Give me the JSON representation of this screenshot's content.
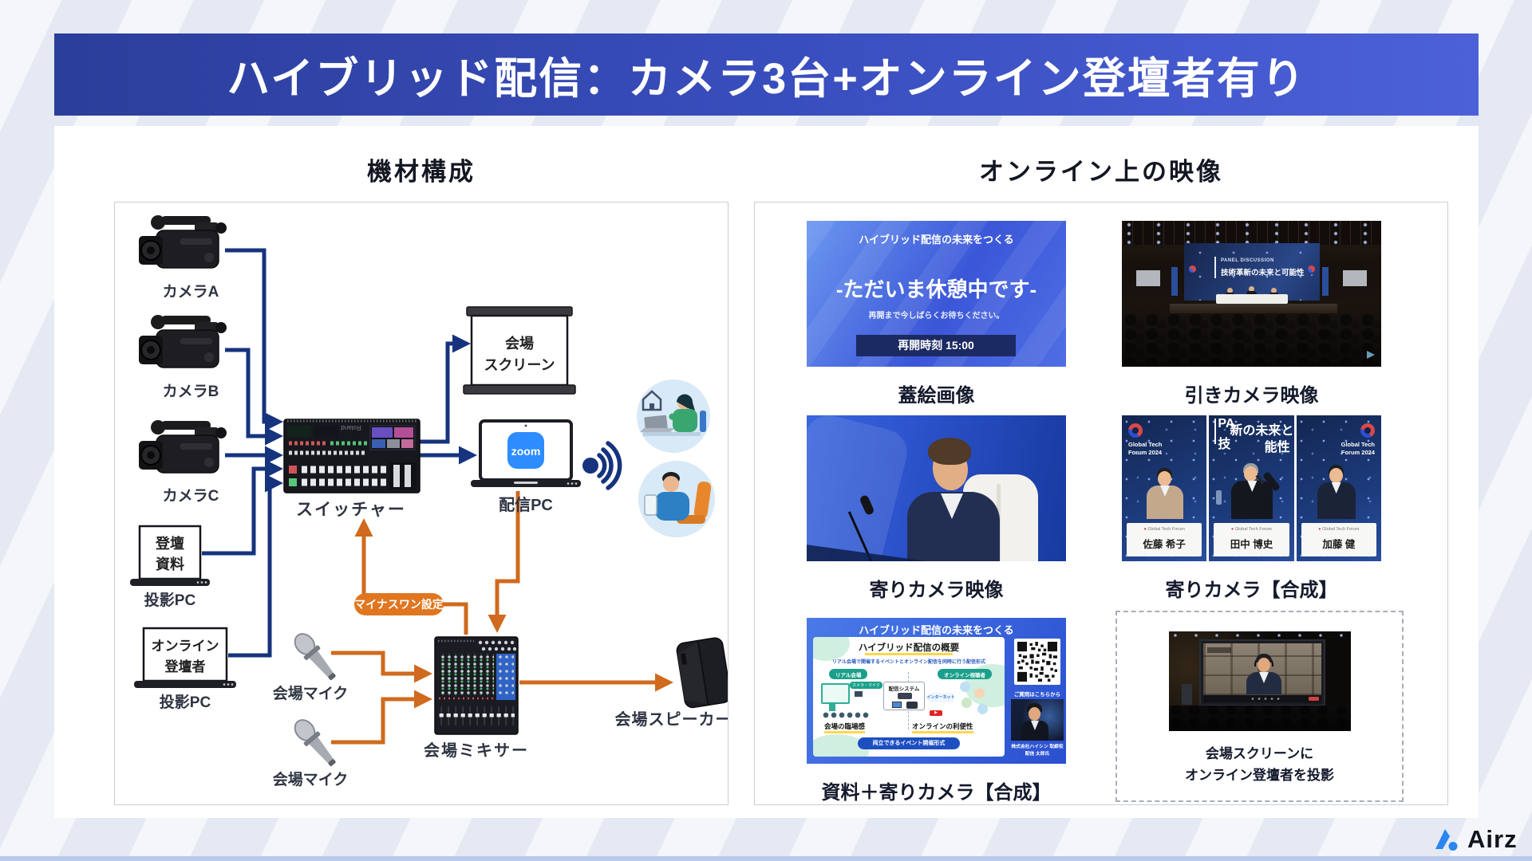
{
  "slide": {
    "title": "ハイブリッド配信：カメラ3台+オンライン登壇者有り",
    "brand": "Airz"
  },
  "equipment": {
    "heading": "機材構成",
    "camera_a": "カメラA",
    "camera_b": "カメラB",
    "camera_c": "カメラC",
    "switcher_label": "スイッチャー",
    "switcher_brand": "Roland",
    "screen_line1": "会場",
    "screen_line2": "スクリーン",
    "streaming_pc_label": "配信PC",
    "zoom_app": "zoom",
    "slide_doc_line1": "登壇",
    "slide_doc_line2": "資料",
    "slide_pc_label": "投影PC",
    "online_box_line1": "オンライン",
    "online_box_line2": "登壇者",
    "online_pc_label": "投影PC",
    "minus_one_badge": "マイナスワン設定",
    "mic1_label": "会場マイク",
    "mic2_label": "会場マイク",
    "mixer_label": "会場ミキサー",
    "speaker_label": "会場スピーカー"
  },
  "online_view": {
    "heading": "オンライン上の映像",
    "captions": {
      "cover": "蓋絵画像",
      "wide": "引きカメラ映像",
      "close": "寄りカメラ映像",
      "composite": "寄りカメラ【合成】",
      "doc": "資料＋寄りカメラ【合成】",
      "projection_line1": "会場スクリーンに",
      "projection_line2": "オンライン登壇者を投影"
    },
    "cover": {
      "top": "ハイブリッド配信の未来をつくる",
      "main": "-ただいま休憩中です-",
      "sub": "再開まで今しばらくお待ちください。",
      "banner": "再開時刻 15:00"
    },
    "wide": {
      "screen_title": "PANEL DISCUSSION",
      "screen_sub": "技術革新の未来と可能性"
    },
    "composite": {
      "logo_line1": "Global Tech",
      "logo_line2": "Forum 2024",
      "bg_frag_top": "PA",
      "bg_frag_line1": "新の未来と",
      "bg_frag_left": "技",
      "bg_frag_line2": "能性",
      "plate_brand": "Global Tech Forum",
      "names": [
        "佐藤 希子",
        "田中 博史",
        "加藤 健"
      ]
    },
    "doc": {
      "header": "ハイブリッド配信の未来をつくる",
      "slide_title": "ハイブリッド配信の概要",
      "slide_sub": "リアル会場で開催するイベントとオンライン配信を同時に行う配信形式",
      "badge_real": "リアル会場",
      "badge_online": "オンライン視聴者",
      "label_cam": "カメラ・マイク",
      "label_system": "配信システム",
      "label_net": "インターネット",
      "label_yt": "YouTube",
      "label_left": "会場の臨場感",
      "label_right": "オンラインの利便性",
      "footer_badge": "両立できるイベント開催形式",
      "qr_caption": "ご質問はこちらから",
      "presenter_line1": "株式会社ハイシン 取締役",
      "presenter_line2": "配信 太郎氏"
    }
  }
}
